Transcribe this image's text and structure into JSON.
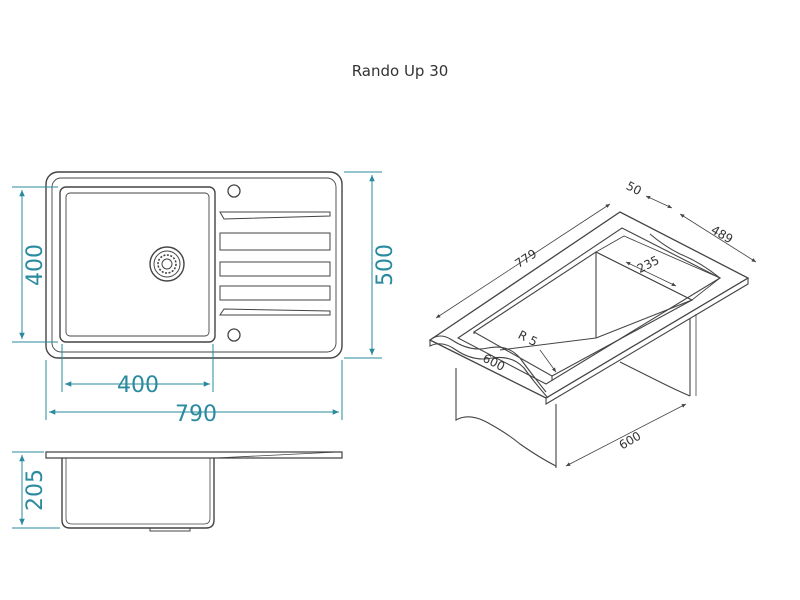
{
  "title": "Rando Up 30",
  "colors": {
    "dimension": "#2a8a9e",
    "outline": "#444444",
    "text": "#333333"
  },
  "top_view": {
    "bowl_height": "400",
    "overall_height": "500",
    "bowl_width": "400",
    "overall_width": "790"
  },
  "side_view": {
    "depth": "205"
  },
  "iso_view": {
    "length": "779",
    "frame_width": "50",
    "width": "489",
    "bowl_gap": "235",
    "radius": "R 5",
    "cabinet_front": "600",
    "cabinet_side": "600"
  }
}
